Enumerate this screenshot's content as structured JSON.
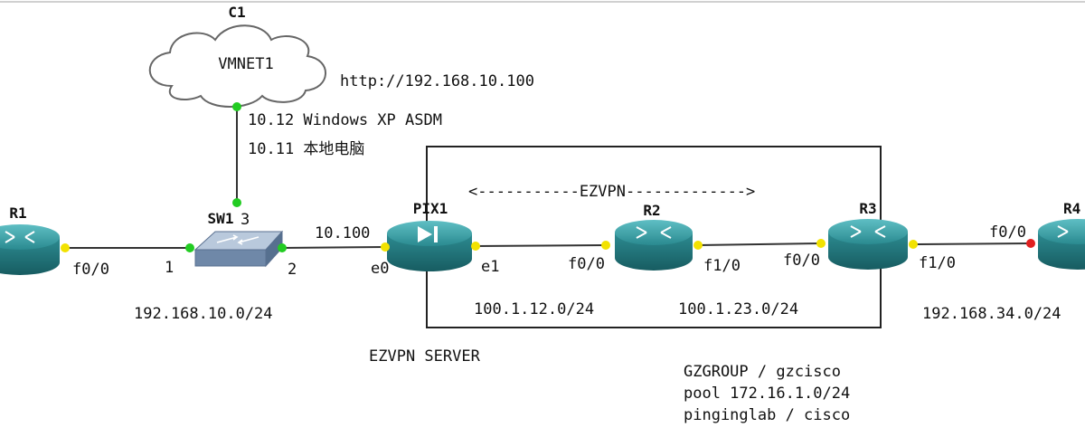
{
  "nodes": {
    "c1": {
      "name": "C1",
      "text": "VMNET1"
    },
    "r1": {
      "name": "R1"
    },
    "sw1": {
      "name": "SW1"
    },
    "pix1": {
      "name": "PIX1"
    },
    "r2": {
      "name": "R2"
    },
    "r3": {
      "name": "R3"
    },
    "r4": {
      "name": "R4"
    }
  },
  "ports": {
    "r1_f00": "f0/0",
    "sw_p1": "1",
    "sw_p2": "2",
    "sw_p3": "3",
    "pix_e0": "e0",
    "pix_e1": "e1",
    "r2_f00": "f0/0",
    "r2_f10": "f1/0",
    "r3_f00": "f0/0",
    "r3_f10": "f1/0",
    "r4_f00": "f0/0"
  },
  "annotations": {
    "url": "http://192.168.10.100",
    "host_xp": "10.12 Windows XP ASDM",
    "host_local": "10.11 本地电脑",
    "pix_addr": "10.100",
    "ezvpn_tunnel": "<-----------EZVPN------------->",
    "lan1": "192.168.10.0/24",
    "net12": "100.1.12.0/24",
    "net23": "100.1.23.0/24",
    "lan34": "192.168.34.0/24",
    "server": "EZVPN SERVER",
    "group": "GZGROUP / gzcisco",
    "pool": "pool 172.16.1.0/24",
    "user": "pinginglab / cisco"
  },
  "colors": {
    "link": "#333333",
    "port_up": "#22cc22",
    "port_mid": "#f2e200",
    "port_down": "#e02020",
    "device_teal": "#2f8f95",
    "switch_blue": "#7f9ab8",
    "cloud_fill": "#ffffff"
  }
}
